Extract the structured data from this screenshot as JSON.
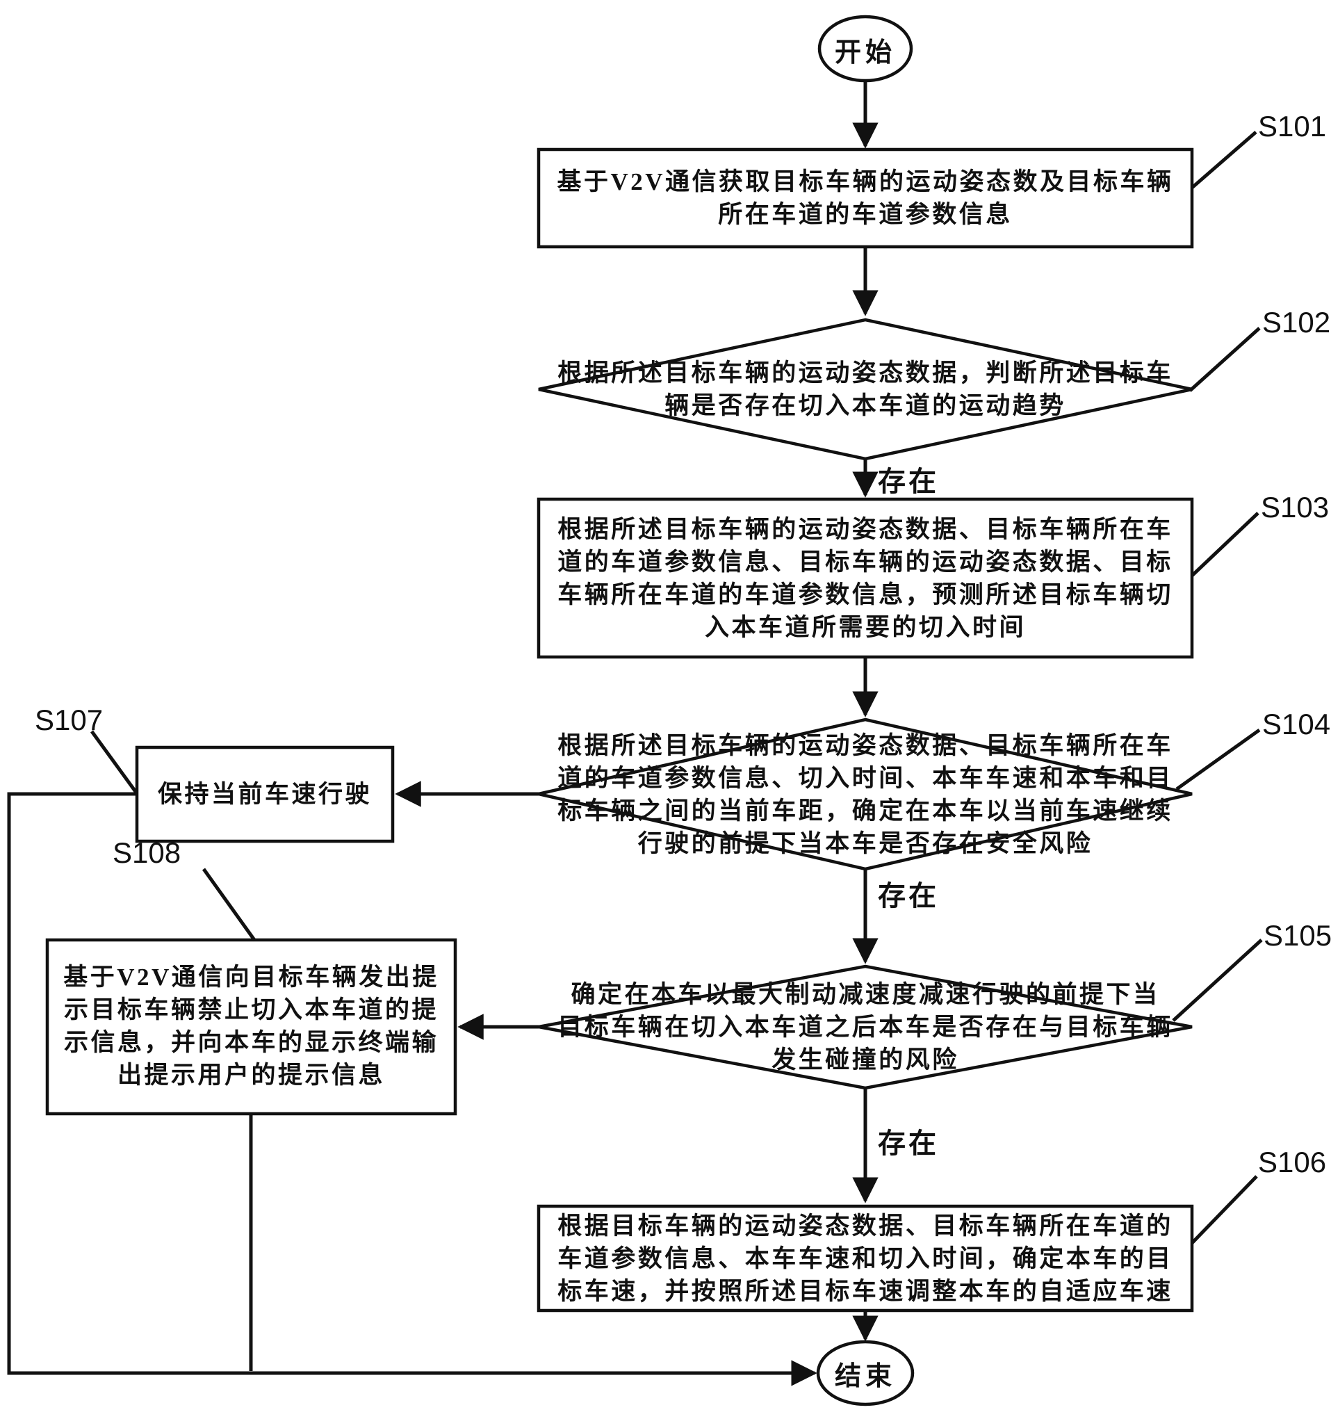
{
  "figure": {
    "background": "#ffffff",
    "line_color": "#111111"
  },
  "nodes": {
    "start": {
      "type": "terminal",
      "label": "开始"
    },
    "s101": {
      "type": "process",
      "step": "S101",
      "lines": [
        "基于V2V通信获取目标车辆的运动姿态数及目标车辆",
        "所在车道的车道参数信息"
      ]
    },
    "s102": {
      "type": "decision",
      "step": "S102",
      "lines": [
        "根据所述目标车辆的运动姿态数据，判断所述目标车",
        "辆是否存在切入本车道的运动趋势"
      ]
    },
    "s103": {
      "type": "process",
      "step": "S103",
      "lines": [
        "根据所述目标车辆的运动姿态数据、目标车辆所在车",
        "道的车道参数信息、目标车辆的运动姿态数据、目标",
        "车辆所在车道的车道参数信息，预测所述目标车辆切",
        "入本车道所需要的切入时间"
      ]
    },
    "s104": {
      "type": "decision",
      "step": "S104",
      "lines": [
        "根据所述目标车辆的运动姿态数据、目标车辆所在车",
        "道的车道参数信息、切入时间、本车车速和本车和目",
        "标车辆之间的当前车距，确定在本车以当前车速继续",
        "行驶的前提下当本车是否存在安全风险"
      ]
    },
    "s105": {
      "type": "decision",
      "step": "S105",
      "lines": [
        "确定在本车以最大制动减速度减速行驶的前提下当",
        "目标车辆在切入本车道之后本车是否存在与目标车辆",
        "发生碰撞的风险"
      ]
    },
    "s106": {
      "type": "process",
      "step": "S106",
      "lines": [
        "根据目标车辆的运动姿态数据、目标车辆所在车道的",
        "车道参数信息、本车车速和切入时间，确定本车的目",
        "标车速，并按照所述目标车速调整本车的自适应车速"
      ]
    },
    "s107": {
      "type": "process",
      "step": "S107",
      "lines": [
        "保持当前车速行驶"
      ]
    },
    "s108": {
      "type": "process",
      "step": "S108",
      "lines": [
        "基于V2V通信向目标车辆发出提",
        "示目标车辆禁止切入本车道的提",
        "示信息，并向本车的显示终端输",
        "出提示用户的提示信息"
      ]
    },
    "end": {
      "type": "terminal",
      "label": "结束"
    }
  },
  "edge_labels": {
    "s102_exists": "存在",
    "s104_exists": "存在",
    "s105_exists": "存在"
  }
}
